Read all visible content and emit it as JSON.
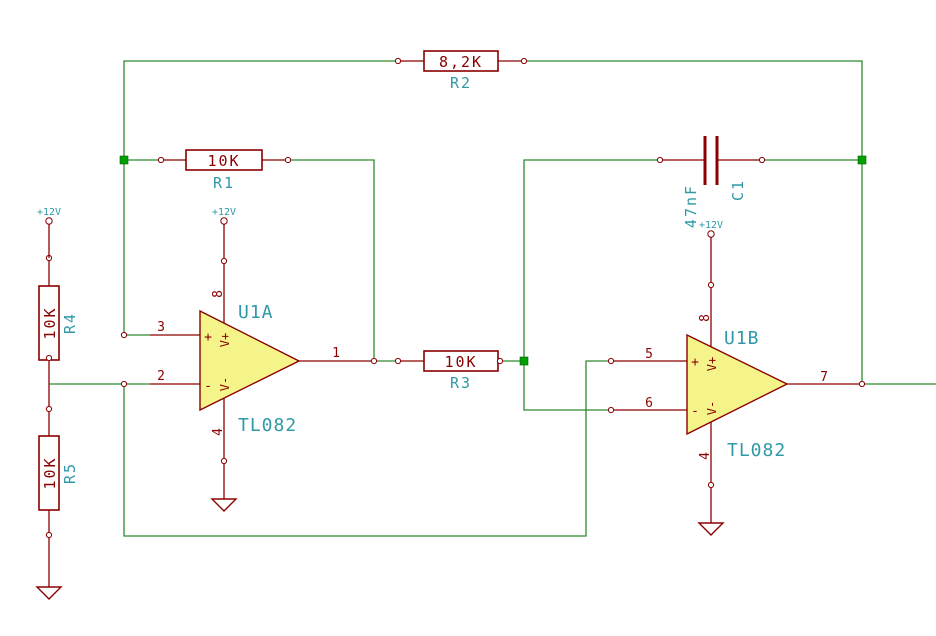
{
  "components": {
    "r1": {
      "value": "10K",
      "ref": "R1"
    },
    "r2": {
      "value": "8,2K",
      "ref": "R2"
    },
    "r3": {
      "value": "10K",
      "ref": "R3"
    },
    "r4": {
      "value": "10K",
      "ref": "R4"
    },
    "r5": {
      "value": "10K",
      "ref": "R5"
    },
    "c1": {
      "value": "47nF",
      "ref": "C1"
    },
    "u1a": {
      "ref": "U1A",
      "part": "TL082"
    },
    "u1b": {
      "ref": "U1B",
      "part": "TL082"
    }
  },
  "power": {
    "vcc_left": "+12V",
    "vcc_u1a": "+12V",
    "vcc_u1b": "+12V"
  },
  "pins": {
    "u1a": {
      "noninv": "3",
      "inv": "2",
      "out": "1",
      "vplus": "8",
      "vminus": "4"
    },
    "u1b": {
      "noninv": "5",
      "inv": "6",
      "out": "7",
      "vplus": "8",
      "vminus": "4"
    }
  },
  "opamp_marks": {
    "plus": "+",
    "minus": "-",
    "vplus": "V+",
    "vminus": "V-"
  },
  "colors": {
    "wire": "#2f8a2f",
    "component": "#8b0000",
    "label": "#2f99a8",
    "opamp_fill": "#f4f48a",
    "junction": "#00a000"
  }
}
